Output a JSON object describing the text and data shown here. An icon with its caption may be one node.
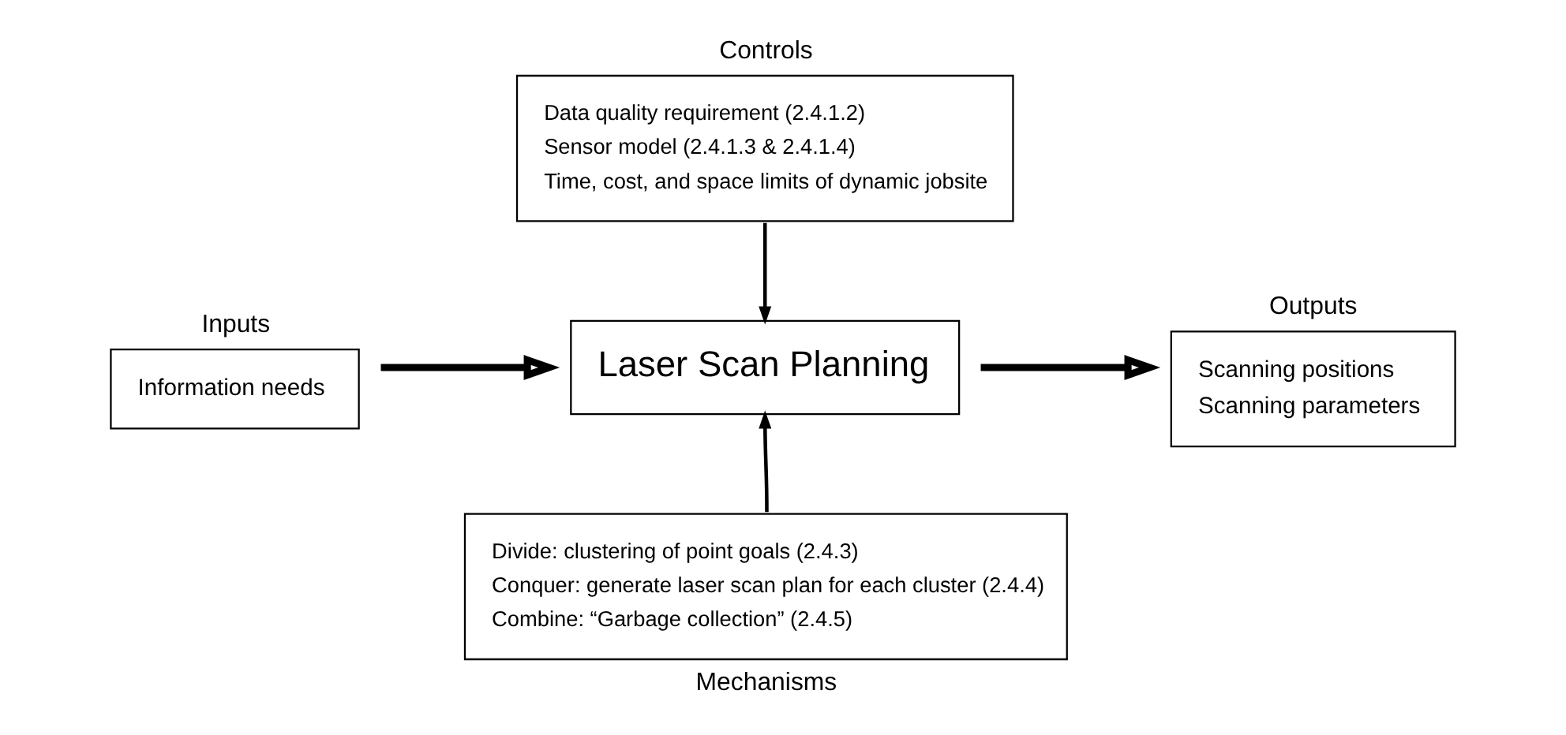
{
  "diagram": {
    "nodes": [
      {
        "text": [
          "Controls",
          "Data quality requirement (2.4.1.2)",
          "Sensor model (2.4.1.3 & 2.4.1.4)",
          "Time, cost, and space limits of dynamic jobsite"
        ]
      },
      {
        "text": [
          "Inputs",
          "Information needs"
        ]
      },
      {
        "text": [
          "Laser Scan Planning"
        ]
      },
      {
        "text": [
          "Outputs",
          "Scanning positions",
          "Scanning parameters"
        ]
      },
      {
        "text": [
          "Divide: clustering of point goals (2.4.3)",
          "Conquer: generate laser scan plan for each cluster (2.4.4)",
          "Combine: “Garbage collection” (2.4.5)",
          "Mechanisms"
        ]
      }
    ],
    "edges": [
      {
        "from": 1,
        "to": 2,
        "arrow": "to",
        "style": "thick"
      },
      {
        "from": 2,
        "to": 3,
        "arrow": "to",
        "style": "thick"
      },
      {
        "from": 0,
        "to": 2,
        "arrow": "to"
      },
      {
        "from": 4,
        "to": 2,
        "arrow": "to"
      }
    ]
  }
}
